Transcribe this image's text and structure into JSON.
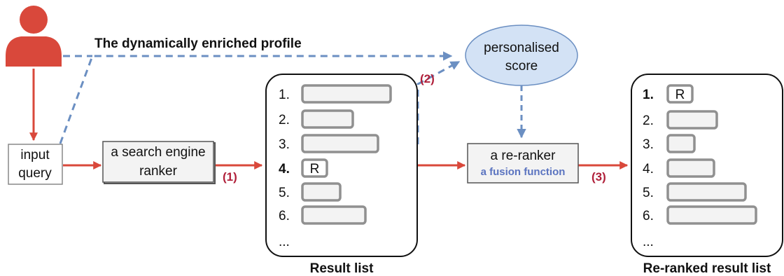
{
  "profile_label": "The dynamically enriched profile",
  "personalised_score": {
    "line1": "personalised",
    "line2": "score"
  },
  "input_query": {
    "line1": "input",
    "line2": "query"
  },
  "search_engine": {
    "line1": "a search engine",
    "line2": "ranker"
  },
  "reranker": {
    "title": "a re-ranker",
    "subtitle": "a fusion function"
  },
  "steps": {
    "one": "(1)",
    "two": "(2)",
    "three": "(3)"
  },
  "result_list": {
    "caption": "Result list",
    "items": [
      "1.",
      "2.",
      "3.",
      "4.",
      "5.",
      "6.",
      "..."
    ],
    "relevant_marker": "R"
  },
  "reranked_list": {
    "caption": "Re-ranked result list",
    "items": [
      "1.",
      "2.",
      "3.",
      "4.",
      "5.",
      "6.",
      "..."
    ],
    "relevant_marker": "R"
  },
  "colors": {
    "accent_red": "#d9483b",
    "dashed_blue": "#6b8fc2",
    "ellipse_fill": "#d3e2f5",
    "fusion_text": "#5b74c0",
    "step_label": "#b0203a"
  }
}
